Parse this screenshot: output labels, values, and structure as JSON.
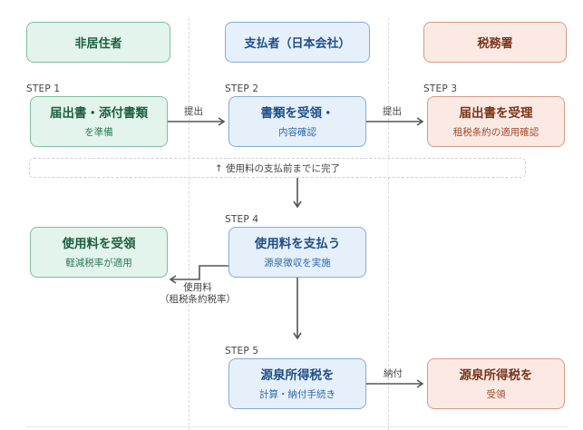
{
  "lanes": [
    {
      "name": "非居住者",
      "color": "#1d5e40"
    },
    {
      "name": "支払者（日本会社）",
      "color": "#1f4e86"
    },
    {
      "name": "税務署",
      "color": "#7a341b"
    }
  ],
  "steps": {
    "s1": {
      "label": "STEP 1",
      "title": "届出書・添付書類",
      "sub": "を準備"
    },
    "s2": {
      "label": "STEP 2",
      "title": "書類を受領・",
      "sub": "内容確認"
    },
    "s3": {
      "label": "STEP 3",
      "title": "届出書を受理",
      "sub": "租税条約の適用確認"
    },
    "s4": {
      "label": "STEP 4",
      "title": "使用料を支払う",
      "sub": "源泉徴収を実施"
    },
    "s5": {
      "label": "STEP 5",
      "title": "源泉所得税を",
      "sub": "計算・納付手続き"
    }
  },
  "result_boxes": {
    "receive_fee": {
      "title": "使用料を受領",
      "sub": "軽減税率が適用"
    },
    "receive_tax": {
      "title": "源泉所得税を",
      "sub": "受領"
    }
  },
  "edges": {
    "s1_to_s2": "提出",
    "s2_to_s3": "提出",
    "s4_to_receive": [
      "使用料",
      "（租税条約税率）"
    ],
    "s5_to_tax": "納付"
  },
  "note": "↑ 使用料の支払前までに完了",
  "colors": {
    "green_bg": "#e2f4ec",
    "green_border": "#7fbf9f",
    "blue_bg": "#e6f0fb",
    "blue_border": "#86acd6",
    "red_bg": "#fbeae4",
    "red_border": "#d49b85",
    "arrow": "#555555"
  }
}
